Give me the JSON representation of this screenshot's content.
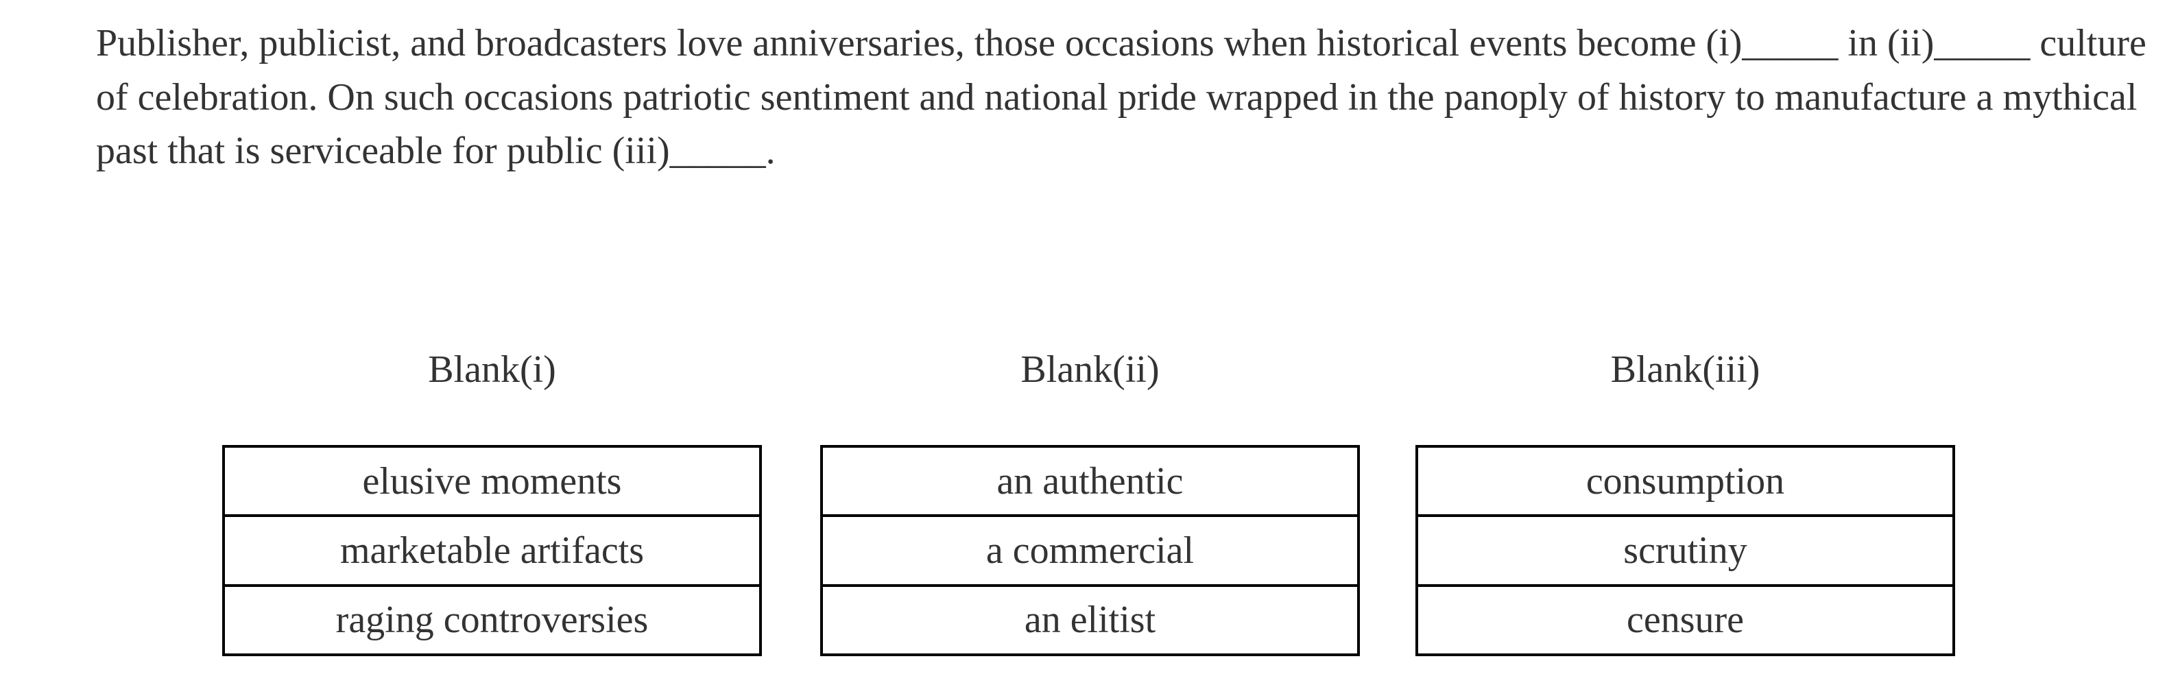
{
  "page": {
    "background": "#ffffff",
    "text_color": "#333333",
    "border_color": "#000000"
  },
  "passage": {
    "lines": [
      "Publisher, publicist, and broadcasters love anniversaries, those occasions when historical events become (i)_____ in (ii)_____ culture",
      "of celebration. On such occasions patriotic sentiment and national pride wrapped in the panoply of history to manufacture a mythical",
      "past that is serviceable for public (iii)_____."
    ]
  },
  "blanks": [
    {
      "label": "Blank(i)",
      "options": [
        "elusive moments",
        "marketable artifacts",
        "raging controversies"
      ]
    },
    {
      "label": "Blank(ii)",
      "options": [
        "an authentic",
        "a commercial",
        "an elitist"
      ]
    },
    {
      "label": "Blank(iii)",
      "options": [
        "consumption",
        "scrutiny",
        "censure"
      ]
    }
  ]
}
